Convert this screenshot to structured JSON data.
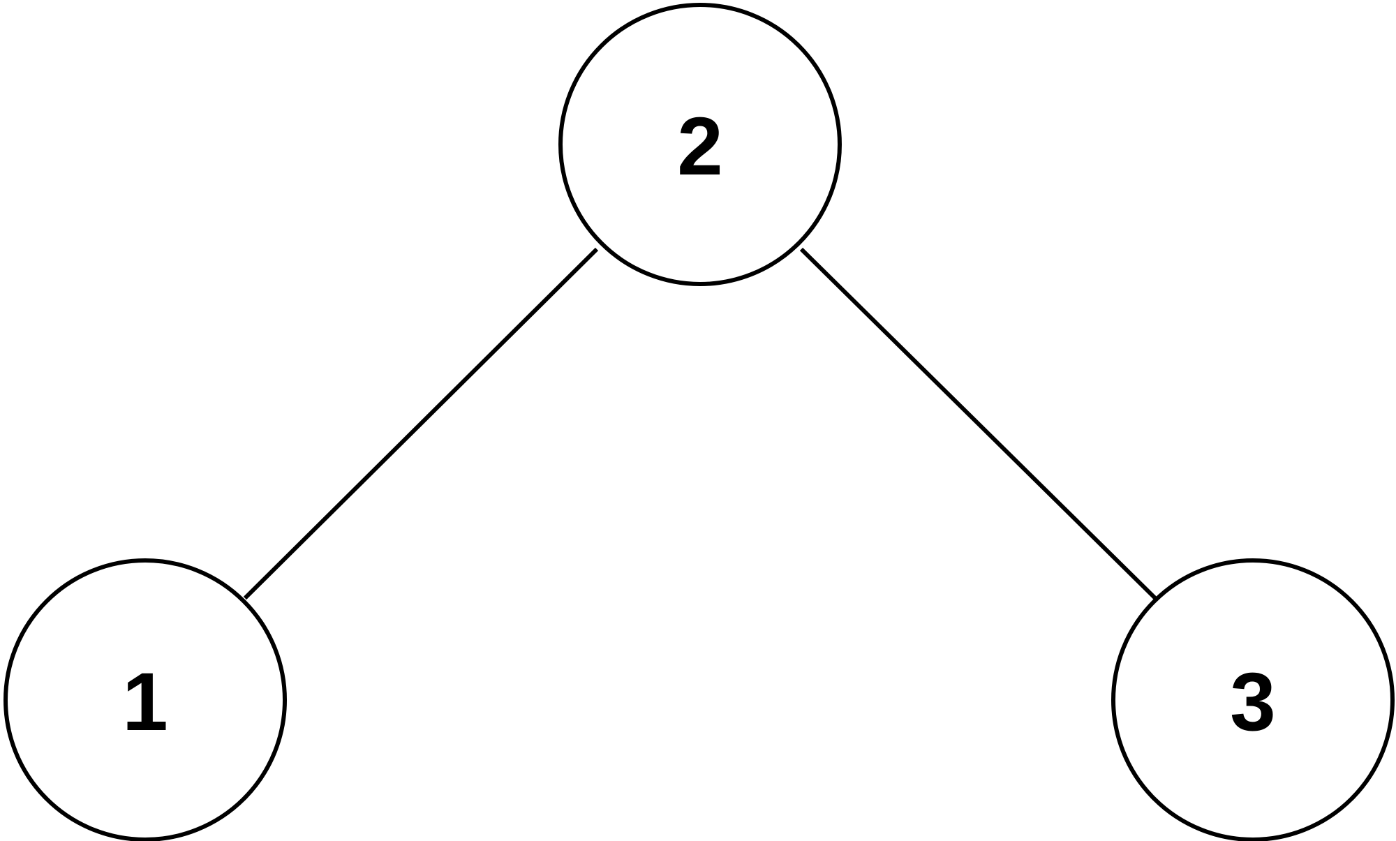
{
  "diagram": {
    "type": "binary-tree",
    "nodes": [
      {
        "id": "n2",
        "label": "2"
      },
      {
        "id": "n1",
        "label": "1"
      },
      {
        "id": "n3",
        "label": "3"
      }
    ],
    "edges": [
      {
        "from": "n2",
        "to": "n1"
      },
      {
        "from": "n2",
        "to": "n3"
      }
    ]
  }
}
